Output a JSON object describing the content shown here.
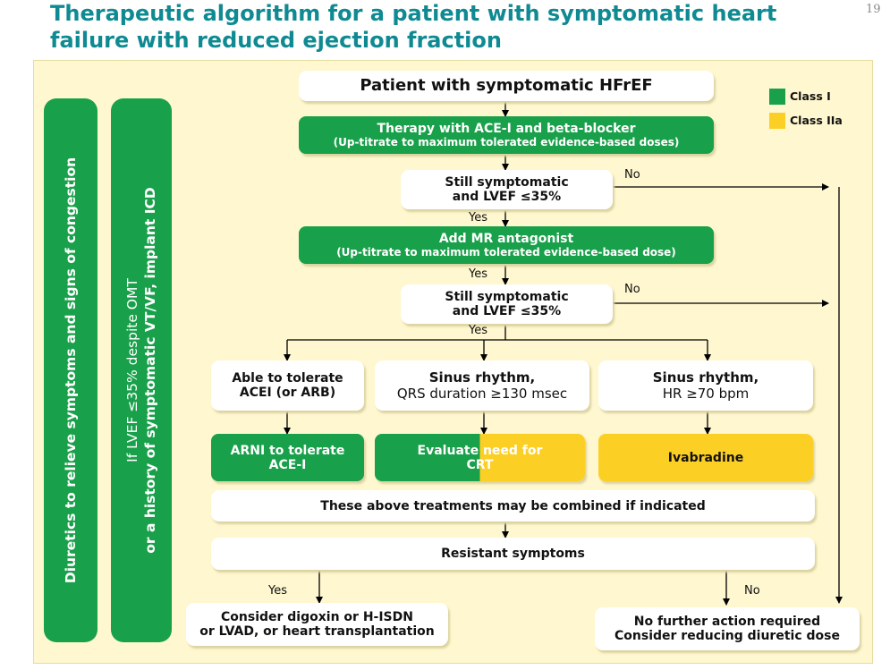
{
  "slide": {
    "title": "Therapeutic algorithm for a patient with symptomatic heart failure with reduced ejection fraction",
    "page_number": "19"
  },
  "legend": [
    {
      "label": "Class I",
      "color": "#19a04a"
    },
    {
      "label": "Class IIa",
      "color": "#fccf25"
    }
  ],
  "side_bars": {
    "diuretics": "Diuretics to relieve symptoms and signs of congestion",
    "icd_line1": "If LVEF ≤35% despite OMT",
    "icd_line2": "or a history of symptomatic VT/VF, implant ICD"
  },
  "nodes": {
    "patient": "Patient with symptomatic HFrEF",
    "acei_bb": {
      "main": "Therapy with ACE-I and beta-blocker",
      "sub": "(Up-titrate to maximum tolerated evidence-based doses)"
    },
    "still1": {
      "line1": "Still symptomatic",
      "line2": "and LVEF ≤35%"
    },
    "mra": {
      "main": "Add MR antagonist",
      "sub": "(Up-titrate to maximum tolerated evidence-based dose)"
    },
    "still2": {
      "line1": "Still symptomatic",
      "line2": "and LVEF ≤35%"
    },
    "tolerate": {
      "line1": "Able to tolerate",
      "line2": "ACEI (or ARB)"
    },
    "sinus_qrs": {
      "line1": "Sinus rhythm,",
      "line2": "QRS duration ≥130 msec"
    },
    "sinus_hr": {
      "line1": "Sinus rhythm,",
      "line2": "HR ≥70 bpm"
    },
    "arni": {
      "line1": "ARNI to tolerate",
      "line2": "ACE-I"
    },
    "crt": {
      "line1": "Evaluate need for",
      "line2": "CRT"
    },
    "ivabradine": "Ivabradine",
    "combined": "These above treatments may be combined if indicated",
    "resistant": "Resistant symptoms",
    "digoxin": {
      "line1": "Consider digoxin or H-ISDN",
      "line2": "or LVAD, or heart transplantation"
    },
    "no_further": {
      "line1": "No further action required",
      "line2": "Consider reducing diuretic dose"
    }
  },
  "edge_labels": {
    "yes": "Yes",
    "no": "No"
  },
  "colors": {
    "title": "#0f8a92",
    "class_i": "#19a04a",
    "class_iia": "#fccf25",
    "panel": "#fef7cf"
  }
}
